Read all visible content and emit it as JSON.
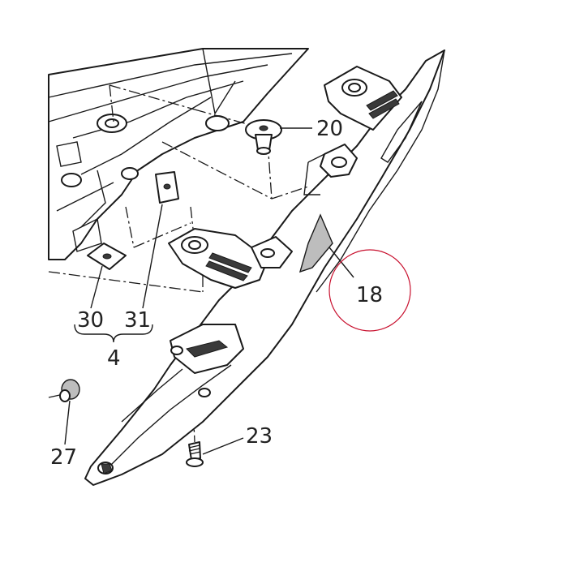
{
  "callouts": {
    "p20": "20",
    "p18": "18",
    "p30": "30",
    "p31": "31",
    "p4": "4",
    "p27": "27",
    "p23": "23"
  },
  "colors": {
    "line": "#1a1a1a",
    "highlight_circle": "#c8102e",
    "background": "#ffffff"
  }
}
